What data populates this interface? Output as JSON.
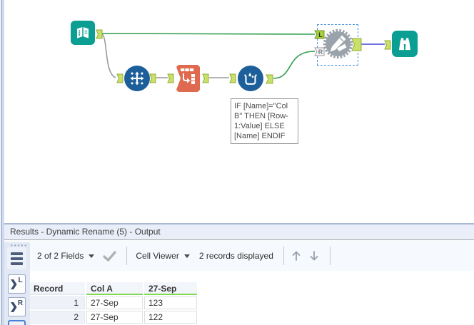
{
  "canvas": {
    "annotation": "IF [Name]=\"Col\nB\" THEN [Row-\n1:Value] ELSE\n[Name] ENDIF",
    "anchors": {
      "left": "L",
      "right": "R"
    }
  },
  "results": {
    "title": "Results - Dynamic Rename (5) - Output",
    "toolbar": {
      "fields_selector": "2 of 2 Fields",
      "cell_viewer": "Cell Viewer",
      "records_status": "2 records displayed"
    },
    "sidebar": {
      "left": "L",
      "right": "R"
    },
    "table": {
      "columns": [
        "Record",
        "Col A",
        "27-Sep"
      ],
      "rows": [
        [
          "1",
          "27-Sep",
          "123"
        ],
        [
          "2",
          "27-Sep",
          "122"
        ]
      ]
    }
  },
  "colors": {
    "tool_teal": "#0b9e93",
    "tool_blue": "#1d5f9b",
    "tool_orange": "#e06a4f",
    "gear_gray": "#9aa2ab",
    "anchor_green": "#c9e06a",
    "wire_green": "#2f9e4d",
    "wire_gray": "#9c9c9c",
    "wire_blue": "#4545d6",
    "selection_blue": "#3f90dc",
    "results_header_bg": "#e9eef8",
    "column_underline_green": "#7ed957"
  }
}
